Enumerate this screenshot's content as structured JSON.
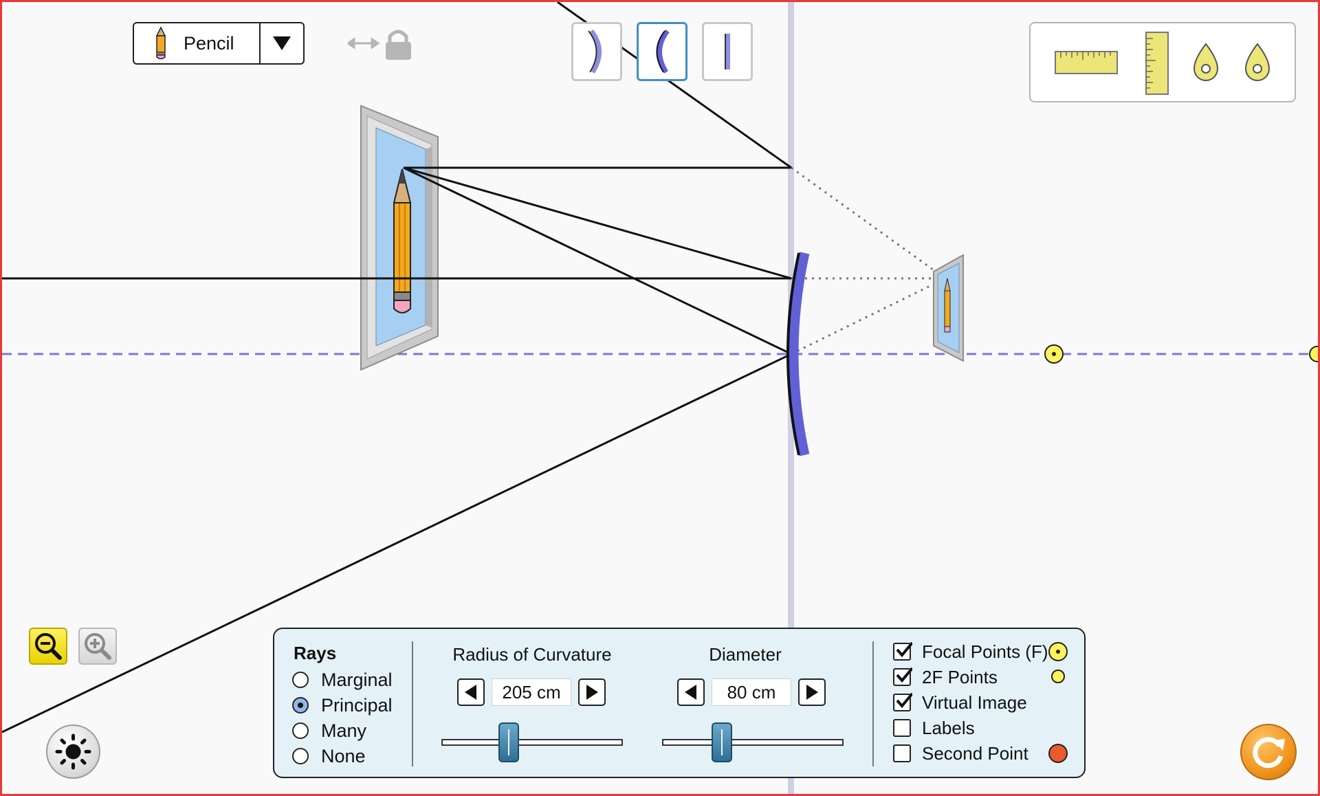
{
  "object_selector": {
    "selected": "Pencil",
    "icon": "pencil-icon",
    "arrow_icon": "triangle-down-icon"
  },
  "toolbar_icons": {
    "move_icon": "horizontal-arrows-icon",
    "lock_icon": "lock-icon"
  },
  "mirror_types": [
    {
      "name": "convex-mirror",
      "selected": false
    },
    {
      "name": "concave-mirror",
      "selected": true
    },
    {
      "name": "plane-mirror",
      "selected": false
    }
  ],
  "toolbox": {
    "items": [
      "horizontal-ruler-icon",
      "vertical-ruler-icon",
      "light-source-icon",
      "light-source-icon"
    ]
  },
  "rays": {
    "title": "Rays",
    "options": [
      "Marginal",
      "Principal",
      "Many",
      "None"
    ],
    "selected": "Principal"
  },
  "radius": {
    "title": "Radius of Curvature",
    "value": "205 cm",
    "slider_fraction": 0.37
  },
  "diameter": {
    "title": "Diameter",
    "value": "80 cm",
    "slider_fraction": 0.33
  },
  "options": [
    {
      "label": "Focal Points (F)",
      "checked": true,
      "legend": "focal-point-icon"
    },
    {
      "label": "2F Points",
      "checked": true,
      "legend": "2f-point-icon"
    },
    {
      "label": "Virtual Image",
      "checked": true,
      "legend": ""
    },
    {
      "label": "Labels",
      "checked": false,
      "legend": ""
    },
    {
      "label": "Second Point",
      "checked": false,
      "legend": "second-point-icon"
    }
  ],
  "colors": {
    "frame": "#e8393c",
    "mirror": "#6160d6",
    "optical_axis": "#7b7bc9",
    "focal_point": "#fff35c",
    "second_point": "#e85b2c",
    "panel_bg": "#e4f2f7",
    "selected_border": "#3f8fc8"
  },
  "buttons": {
    "zoom_out": "zoom-out-icon",
    "zoom_in": "zoom-in-icon",
    "light": "sun-icon",
    "reset": "reset-icon"
  }
}
